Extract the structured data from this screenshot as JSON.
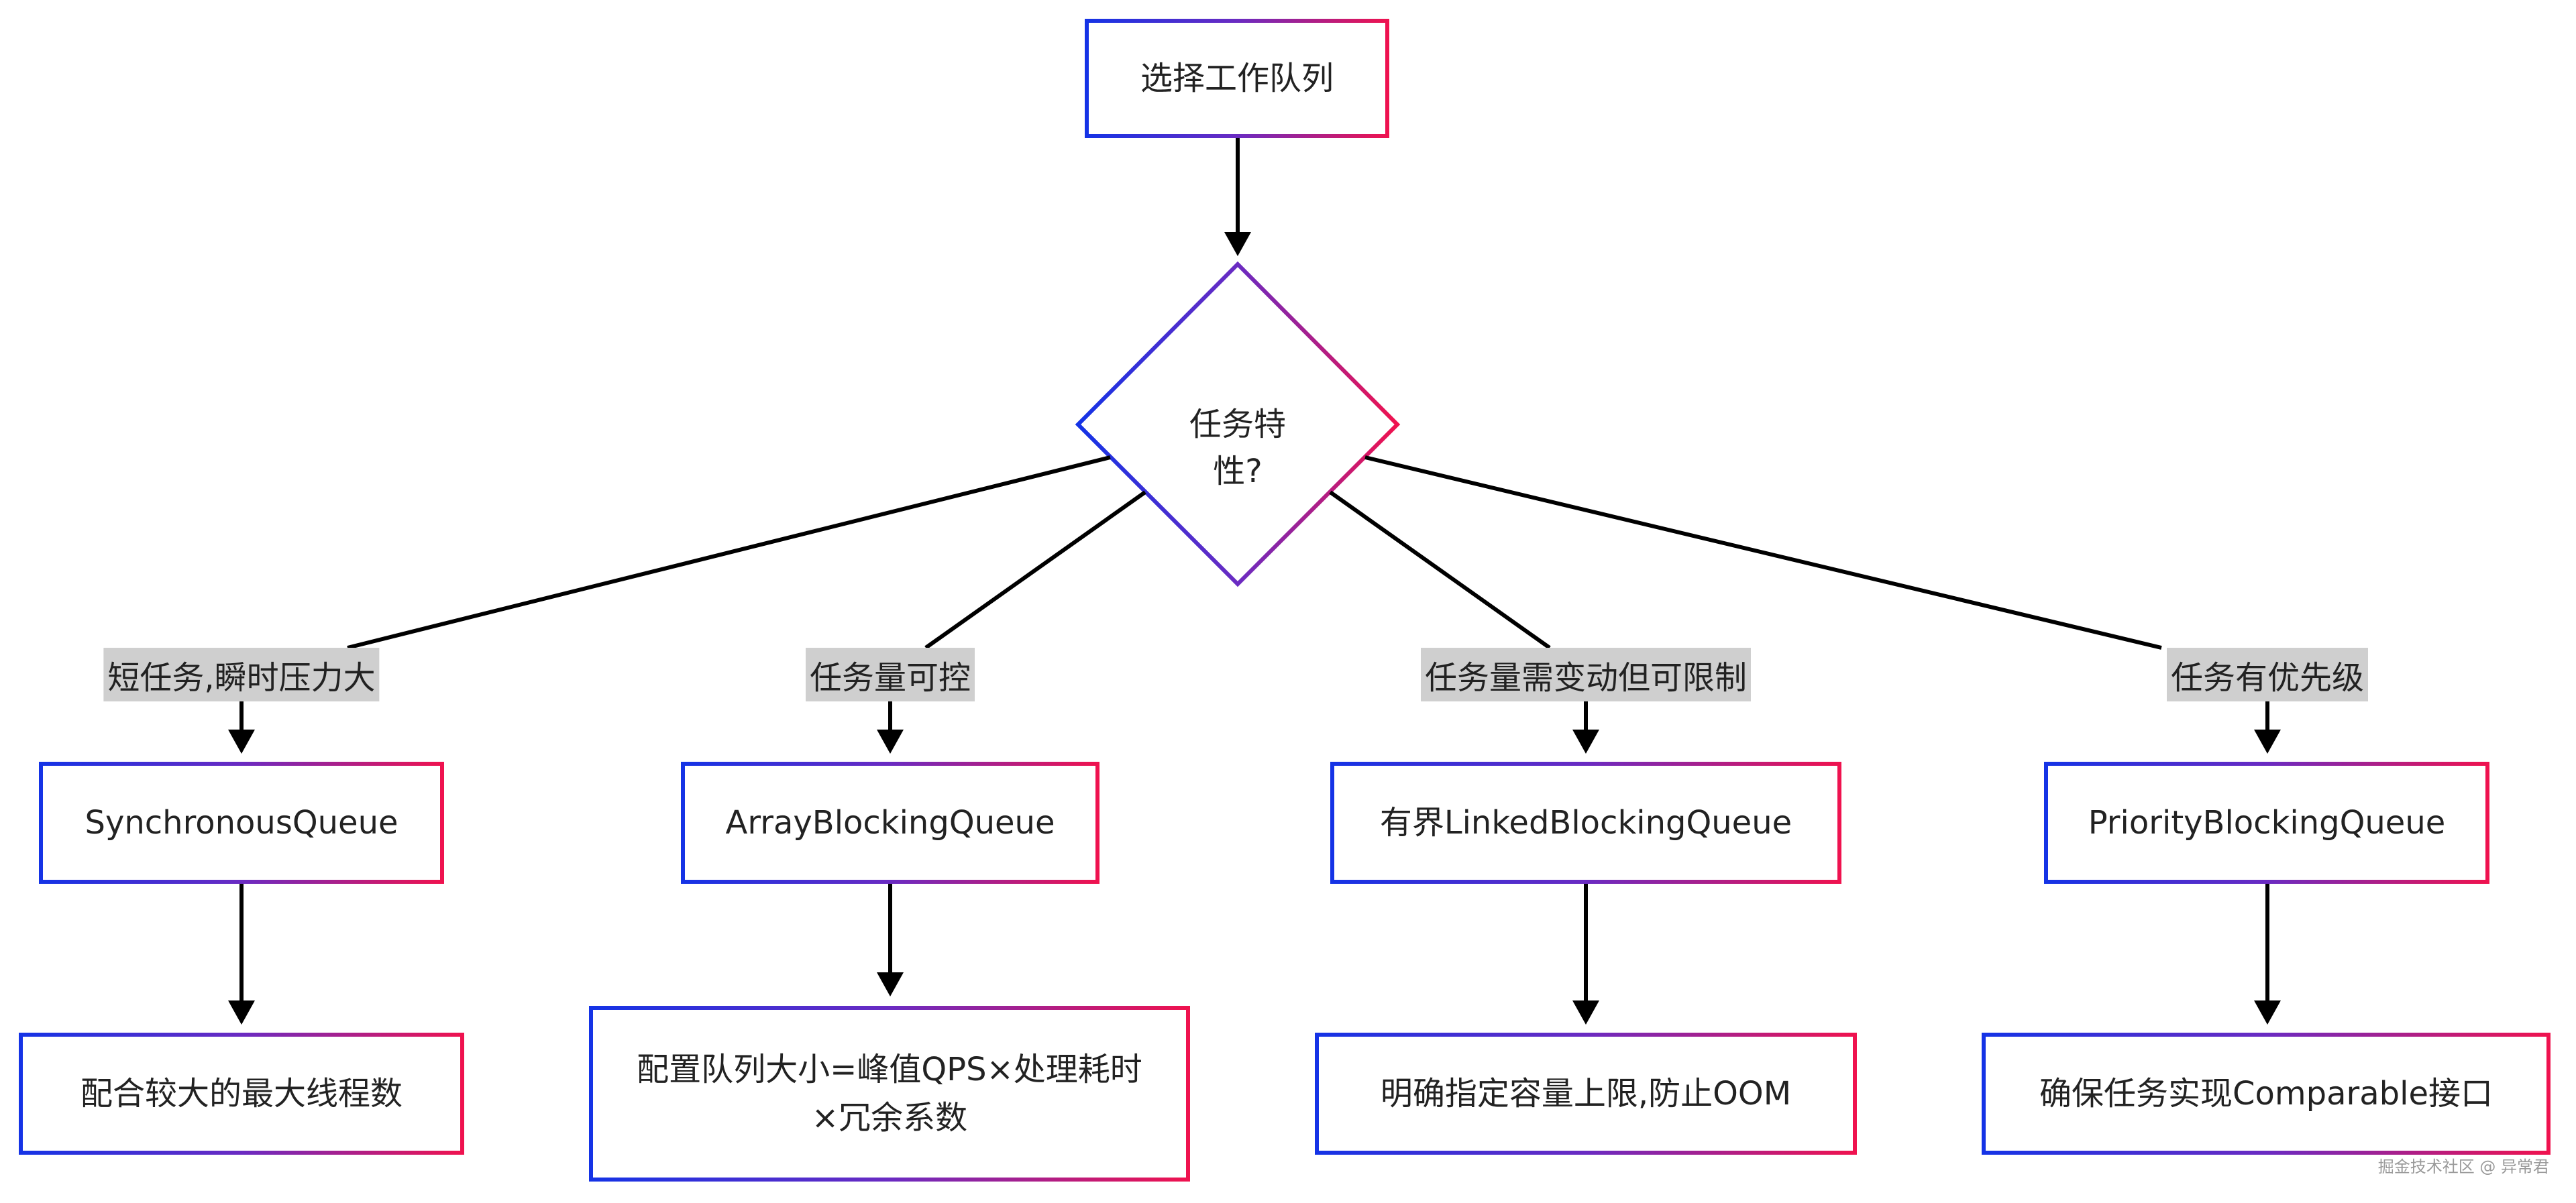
{
  "diagram": {
    "start": "选择工作队列",
    "decision": "任务特性?",
    "branches": [
      {
        "condition": "短任务,瞬时压力大",
        "queue": "SynchronousQueue",
        "advice": "配合较大的最大线程数"
      },
      {
        "condition": "任务量可控",
        "queue": "ArrayBlockingQueue",
        "advice": "配置队列大小=峰值QPS×处理耗时×冗余系数"
      },
      {
        "condition": "任务量需变动但可限制",
        "queue": "有界LinkedBlockingQueue",
        "advice": "明确指定容量上限,防止OOM"
      },
      {
        "condition": "任务有优先级",
        "queue": "PriorityBlockingQueue",
        "advice": "确保任务实现Comparable接口"
      }
    ]
  },
  "watermark": "掘金技术社区 @ 异常君",
  "colors": {
    "gradient_start": "#1433e6",
    "gradient_end": "#f0124e",
    "label_bg": "#cfcfcf",
    "line": "#000000"
  }
}
